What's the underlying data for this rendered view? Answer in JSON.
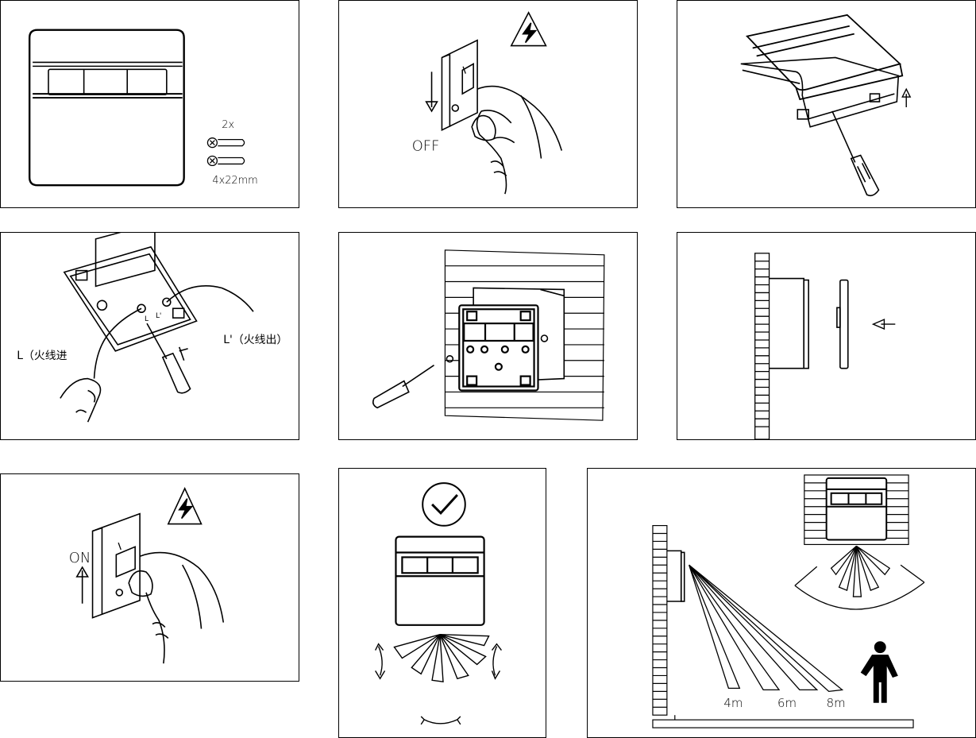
{
  "panel1": {
    "qty": "2x",
    "size": "4x22mm"
  },
  "panel2": {
    "state": "OFF",
    "switch_mark": "I"
  },
  "panel4": {
    "wire_in": "L（火线进",
    "wire_out": "L'（火线出）",
    "term_l": "L",
    "term_l2": "L'"
  },
  "panel7": {
    "state": "ON",
    "switch_mark": "I"
  },
  "panel9": {
    "dist_1": "4m",
    "dist_2": "6m",
    "dist_3": "8m"
  }
}
